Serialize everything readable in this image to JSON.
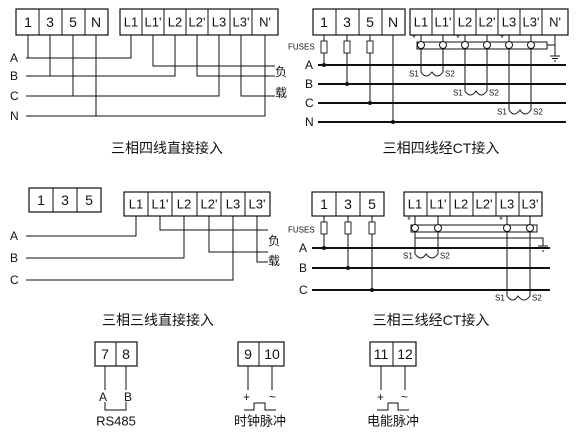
{
  "terminals": {
    "voltage_4w": [
      "1",
      "3",
      "5",
      "N"
    ],
    "current_4w": [
      "L1",
      "L1'",
      "L2",
      "L2'",
      "L3",
      "L3'",
      "N'"
    ],
    "voltage_3w": [
      "1",
      "3",
      "5"
    ],
    "current_3w": [
      "L1",
      "L1'",
      "L2",
      "L2'",
      "L3",
      "L3'"
    ],
    "rs485": [
      "7",
      "8"
    ],
    "clock": [
      "9",
      "10"
    ],
    "energy": [
      "11",
      "12"
    ]
  },
  "lines": {
    "a": "A",
    "b": "B",
    "c": "C",
    "n": "N"
  },
  "load": {
    "fu": "负",
    "zai": "载"
  },
  "fuses": "FUSES",
  "ct": {
    "s1": "S1",
    "s2": "S2",
    "star": "*"
  },
  "signals": {
    "a": "A",
    "b": "B",
    "plus": "+",
    "minus": "~"
  },
  "captions": {
    "d1": "三相四线直接接入",
    "d2": "三相四线经CT接入",
    "d3": "三相三线直接接入",
    "d4": "三相三线经CT接入",
    "rs485": "RS485",
    "clock": "时钟脉冲",
    "energy": "电能脉冲"
  }
}
